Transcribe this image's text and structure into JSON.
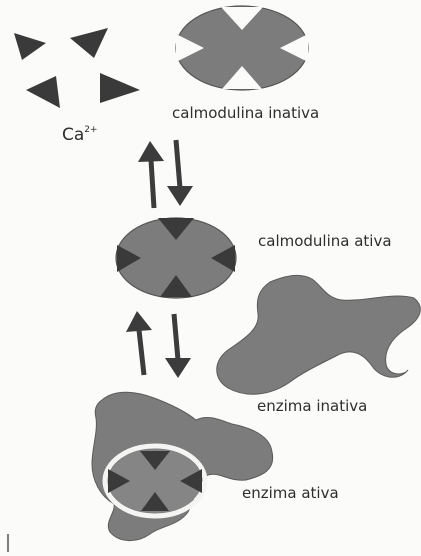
{
  "labels": {
    "calcium_base": "Ca",
    "calcium_charge": "2+",
    "calmodulin_inactive": "calmodulina inativa",
    "calmodulin_active": "calmodulina ativa",
    "enzyme_inactive": "enzima inativa",
    "enzyme_active": "enzima ativa"
  },
  "colors": {
    "background": "#fbfbf9",
    "shape_gray": "#7c7c7c",
    "dark_triangle": "#3a3a3a",
    "arrow": "#3c3c3c",
    "text": "#2e2e2e"
  }
}
